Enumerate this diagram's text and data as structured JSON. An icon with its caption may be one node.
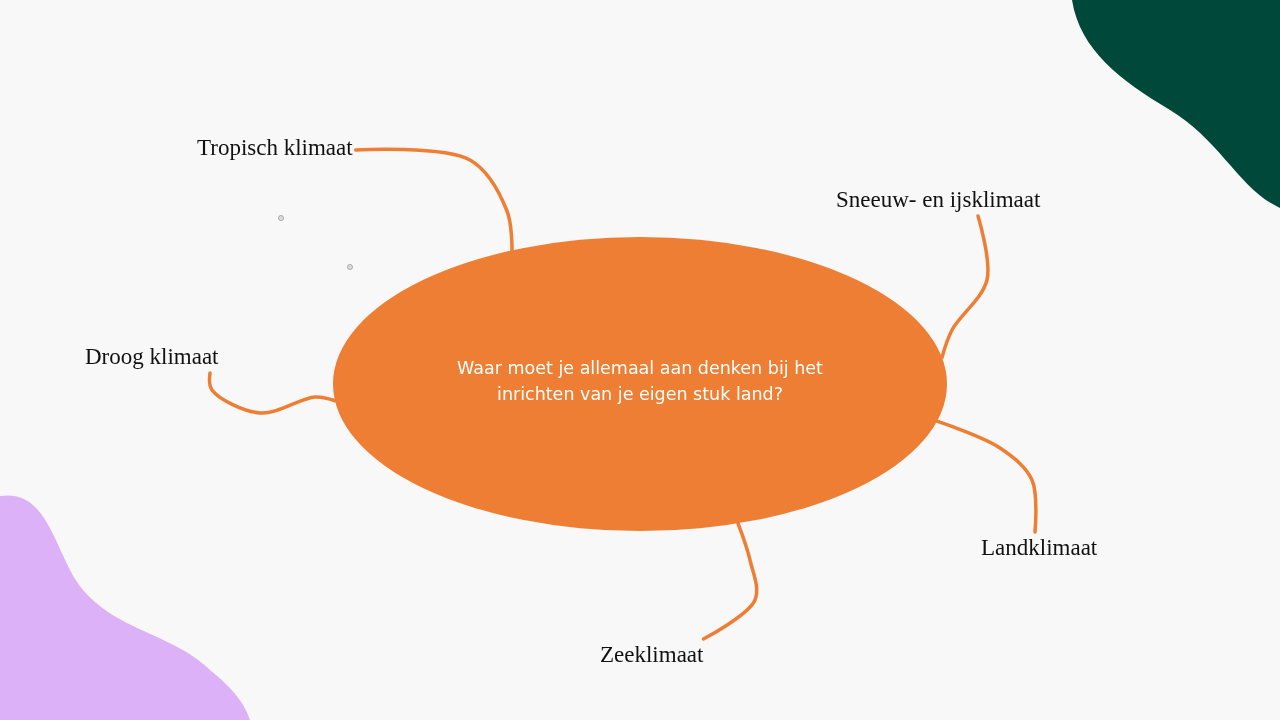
{
  "diagram": {
    "nodes": [
      {
        "text": [
          "Waar moet je allemaal aan denken bij het inrichten van je eigen stuk land?"
        ]
      },
      {
        "text": [
          "Tropisch klimaat"
        ]
      },
      {
        "text": [
          "Sneeuw- en ijsklimaat"
        ]
      },
      {
        "text": [
          "Droog klimaat"
        ]
      },
      {
        "text": [
          "Landklimaat"
        ]
      },
      {
        "text": [
          "Zeeklimaat"
        ]
      }
    ],
    "edges": [
      {
        "from": 0,
        "to": 1,
        "arrow": "none"
      },
      {
        "from": 0,
        "to": 2,
        "arrow": "none"
      },
      {
        "from": 0,
        "to": 3,
        "arrow": "none"
      },
      {
        "from": 0,
        "to": 4,
        "arrow": "none"
      },
      {
        "from": 0,
        "to": 5,
        "arrow": "none"
      }
    ]
  }
}
